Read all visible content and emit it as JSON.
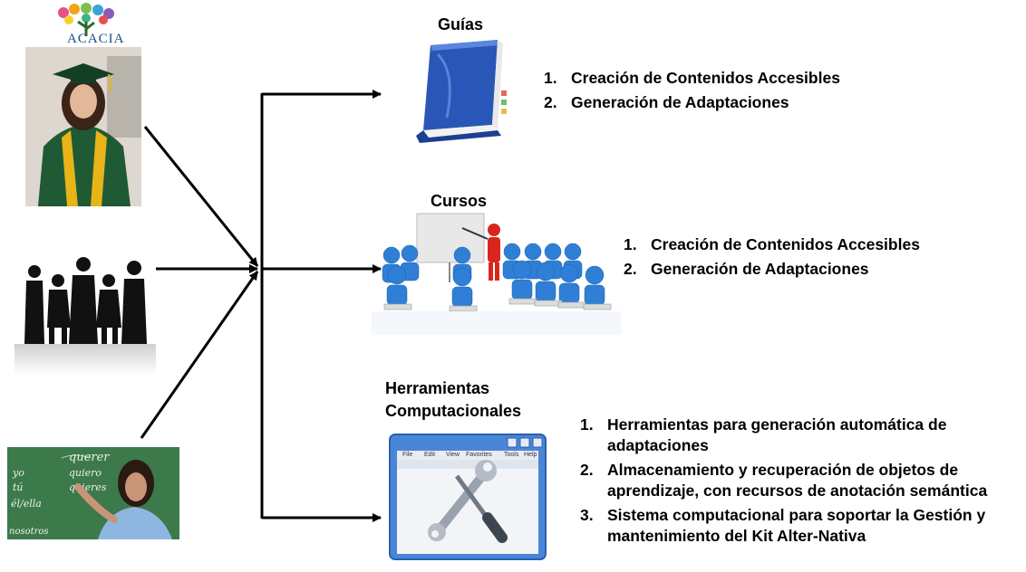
{
  "logo": {
    "text": "ACACIA"
  },
  "sections": {
    "guides": {
      "title": "Guías",
      "items": [
        {
          "num": "1.",
          "text": "Creación de Contenidos Accesibles"
        },
        {
          "num": "2.",
          "text": "Generación de Adaptaciones"
        }
      ]
    },
    "courses": {
      "title": "Cursos",
      "items": [
        {
          "num": "1.",
          "text": "Creación de Contenidos Accesibles"
        },
        {
          "num": "2.",
          "text": "Generación de Adaptaciones"
        }
      ]
    },
    "tools": {
      "title_line1": "Herramientas",
      "title_line2": "Computacionales",
      "items": [
        {
          "num": "1.",
          "text": "Herramientas para generación automática de adaptaciones"
        },
        {
          "num": "2.",
          "text": "Almacenamiento y recuperación de objetos de aprendizaje, con recursos de anotación semántica"
        },
        {
          "num": "3.",
          "text": "Sistema computacional para soportar la Gestión y mantenimiento del Kit Alter-Nativa"
        }
      ]
    }
  },
  "window_illustration": {
    "menu": [
      "File",
      "Edit",
      "View",
      "Favorites",
      "Tools",
      "Help"
    ]
  },
  "chalkboard": {
    "words": [
      "querer",
      "quiero",
      "quieres",
      "yo",
      "tú",
      "él/ella",
      "nosotros"
    ]
  },
  "colors": {
    "arrow": "#000000",
    "figure_blue": "#2f7fd6",
    "book_blue": "#2a56b8",
    "board_green": "#3d7a4b",
    "gown_green": "#1f5a34",
    "stole_gold": "#e8b417"
  }
}
